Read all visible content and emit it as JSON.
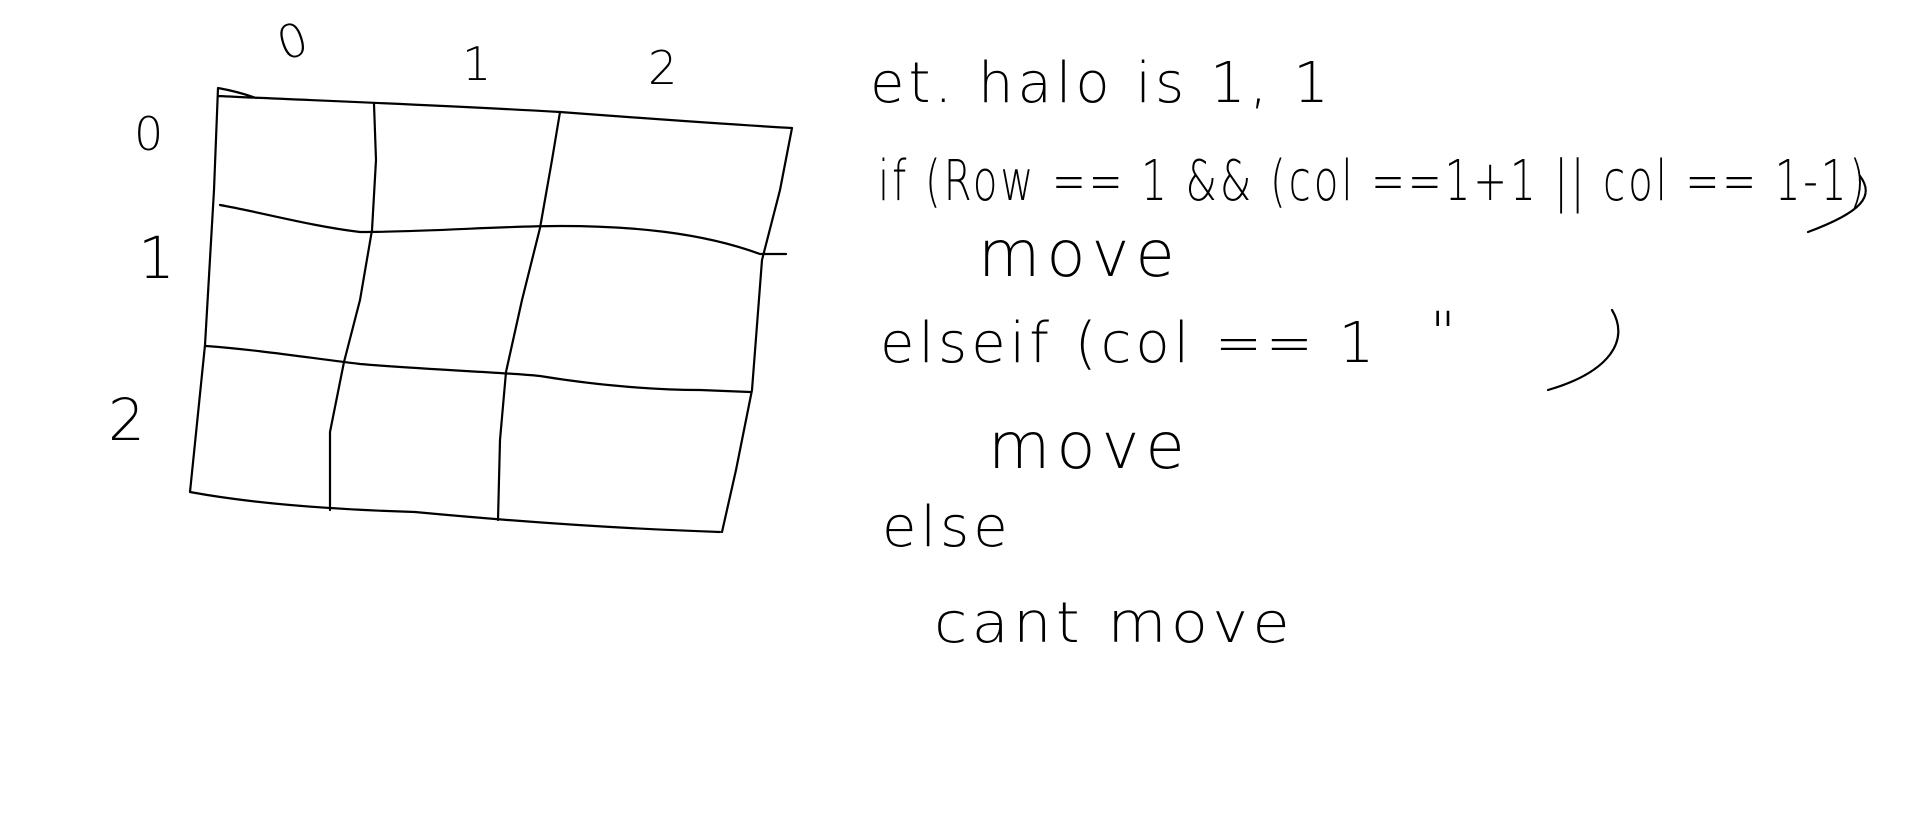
{
  "grid": {
    "column_labels": [
      "0",
      "1",
      "2"
    ],
    "row_labels": [
      "0",
      "1",
      "2"
    ]
  },
  "notes": {
    "line1": "et. halo is 1, 1",
    "line2": "if (Row == 1 && (col ==1+1 || col == 1-1)",
    "line3": "move",
    "line4": "elseif (col == 1",
    "line4_quote": "\"",
    "line5": "move",
    "line6": "else",
    "line7": "cant move"
  }
}
